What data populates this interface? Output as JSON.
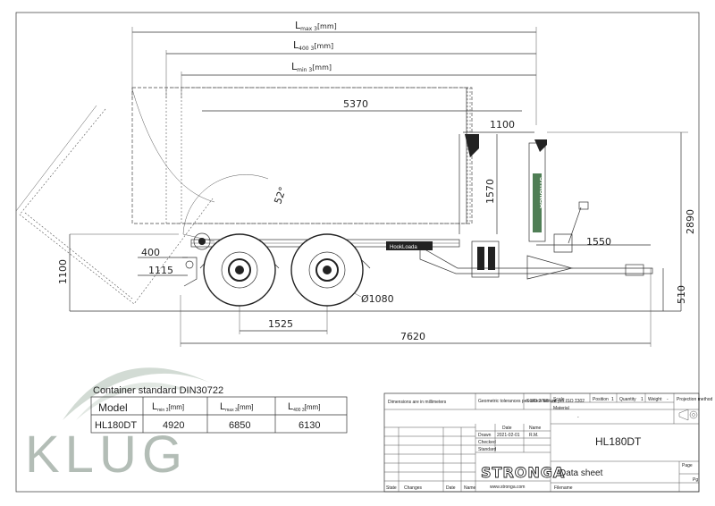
{
  "watermark": {
    "text": "KLUG",
    "color": "#9aa89e"
  },
  "dimensions": {
    "lmax_main": "L",
    "lmax_sub": "max 3",
    "lmax_unit": "[mm]",
    "l400_main": "L",
    "l400_sub": "400 3",
    "l400_unit": "[mm]",
    "lmin_main": "L",
    "lmin_sub": "min 3",
    "lmin_unit": "[mm]",
    "d5370": "5370",
    "d1100_top": "1100",
    "d1570": "1570",
    "d2890": "2890",
    "d1550": "1550",
    "d400": "400",
    "d1115": "1115",
    "d1100_left": "1100",
    "d510": "510",
    "d1525": "1525",
    "d7620": "7620",
    "wheel_dia": "Ø1080",
    "angle": "52°"
  },
  "trailer_labels": {
    "side_brand": "STRONGA",
    "chassis_brand": "HookLoada"
  },
  "spec_table": {
    "caption": "Container standard DIN30722",
    "headers": [
      "Model",
      "L min 3[mm]",
      "L max 3[mm]",
      "L 400 3[mm]"
    ],
    "header_main": [
      "Model",
      "L",
      "L",
      "L"
    ],
    "header_sub": [
      "",
      "min 3",
      "max 3",
      "400 3"
    ],
    "header_unit": [
      "",
      "[mm]",
      "[mm]",
      "[mm]"
    ],
    "rows": [
      {
        "model": "HL180DT",
        "lmin": "4920",
        "lmax": "6850",
        "l400": "6130"
      }
    ]
  },
  "title_block": {
    "dimensions_note": "Dimensions are in millimeters",
    "geometric_tolerances": "Geometric tolerances per ISO 2768 - m",
    "surface_texture": "Surface texture per ISO 1302",
    "scale_label": "Scale",
    "scale_value": "-",
    "position_label": "Position",
    "position_value": "1",
    "quantity_label": "Quantity",
    "quantity_value": "1",
    "weight_label": "Weight",
    "weight_value": "-",
    "projection_label": "Projection method",
    "material_label": "Material",
    "material_value": "-",
    "date_header": "Date",
    "name_header": "Name",
    "drawn_label": "Drawn",
    "drawn_date": "2021-02-01",
    "drawn_name": "R.M.",
    "checked_label": "Checked",
    "standard_label": "Standard",
    "title": "HL180DT",
    "brand": "STRONGA",
    "website": "www.stronga.com",
    "subtitle": "Data sheet",
    "page_label": "Page",
    "pg_label": "Pg",
    "state_label": "State",
    "changes_label": "Changes",
    "date_label": "Date",
    "name_label": "Name",
    "filename_label": "Filename"
  }
}
